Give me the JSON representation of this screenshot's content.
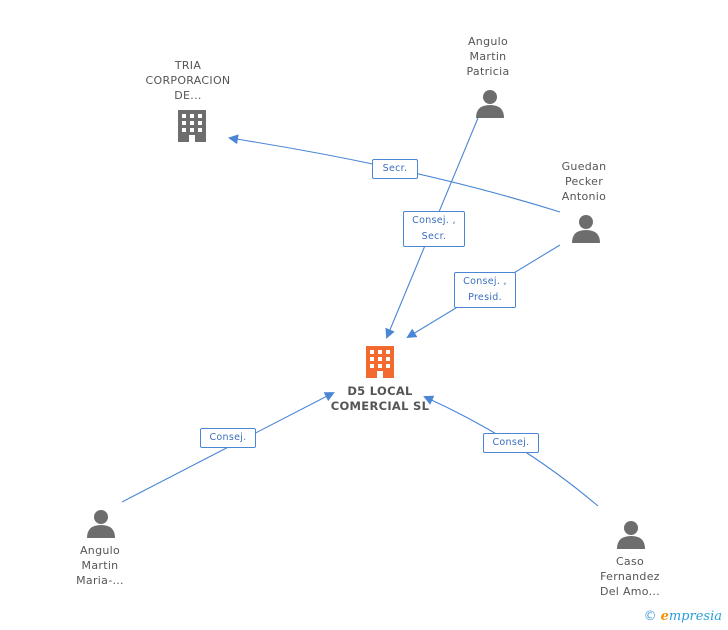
{
  "nodes": {
    "tria": {
      "label": "TRIA\nCORPORACION\nDE..."
    },
    "angulo_patricia": {
      "label": "Angulo\nMartin\nPatricia"
    },
    "guedan": {
      "label": "Guedan\nPecker\nAntonio"
    },
    "d5": {
      "label": "D5 LOCAL\nCOMERCIAL SL"
    },
    "angulo_maria": {
      "label": "Angulo\nMartin\nMaria-..."
    },
    "caso": {
      "label": "Caso\nFernandez\nDel Amo..."
    }
  },
  "edges": {
    "secr": "Secr.",
    "consej_secr": "Consej. ,\nSecr.",
    "consej_presid": "Consej. ,\nPresid.",
    "consej_left": "Consej.",
    "consej_right": "Consej."
  },
  "colors": {
    "edge": "#4a86d4",
    "person": "#6d6d6d",
    "main_company": "#f26a2f",
    "company": "#6d6d6d"
  },
  "footer": {
    "copyright": "©",
    "brand_e": "e",
    "brand_rest": "mpresia"
  }
}
